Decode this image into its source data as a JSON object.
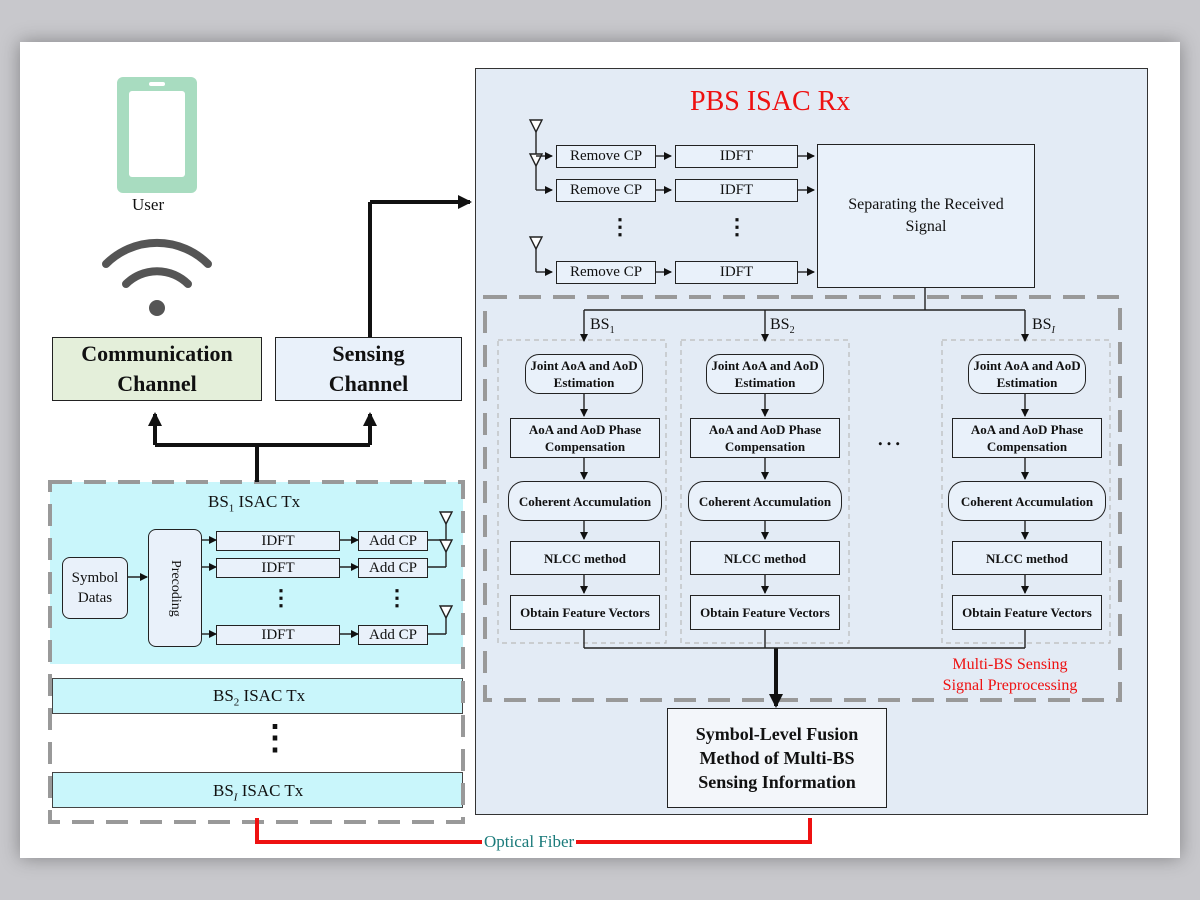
{
  "user": {
    "label": "User"
  },
  "channels": {
    "communication": "Communication Channel",
    "sensing": "Sensing Channel"
  },
  "tx": {
    "bs1_title_pre": "BS",
    "bs1_sub": "1",
    "bs1_title_post": " ISAC Tx",
    "symbol_datas": "Symbol Datas",
    "precoding": "Precoding",
    "idft": "IDFT",
    "add_cp": "Add CP",
    "vdots": "⋮",
    "bs2_pre": "BS",
    "bs2_sub": "2",
    "bs2_post": " ISAC Tx",
    "bsi_pre": "BS",
    "bsi_sub": "I",
    "bsi_post": " ISAC Tx"
  },
  "rx": {
    "title": "PBS ISAC Rx",
    "remove_cp": "Remove CP",
    "idft": "IDFT",
    "separating": "Separating the Received Signal",
    "vdots": "⋮",
    "columns": [
      {
        "bs_pre": "BS",
        "bs_sub": "1"
      },
      {
        "bs_pre": "BS",
        "bs_sub": "2"
      },
      {
        "bs_pre": "BS",
        "bs_sub": "I"
      }
    ],
    "steps": {
      "joint": "Joint AoA and AoD Estimation",
      "phase": "AoA and AoD Phase Compensation",
      "coherent": "Coherent Accumulation",
      "nlcc": "NLCC method",
      "feature": "Obtain Feature Vectors"
    },
    "hdots": "…",
    "preprocessing_label": "Multi-BS Sensing Signal Preprocessing",
    "fusion": "Symbol-Level Fusion Method of Multi-BS Sensing Information"
  },
  "fiber": {
    "label": "Optical Fiber"
  },
  "colors": {
    "accent_red": "#ee1111",
    "rx_bg": "#e3ebf5",
    "tx_bg": "#c9f6fb",
    "comm_bg": "#e4efda",
    "fiber_label": "#1a7a7a"
  }
}
